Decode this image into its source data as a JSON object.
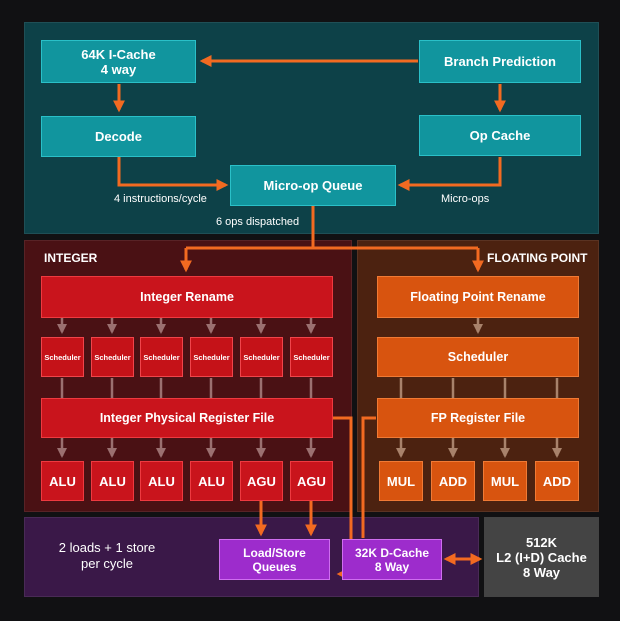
{
  "frontend": {
    "icache": "64K I-Cache\n4 way",
    "branch_prediction": "Branch Prediction",
    "decode": "Decode",
    "op_cache": "Op Cache",
    "micro_op_queue": "Micro-op Queue",
    "label_instructions": "4 instructions/cycle",
    "label_microops": "Micro-ops",
    "label_dispatched": "6 ops dispatched"
  },
  "integer": {
    "title": "INTEGER",
    "rename": "Integer Rename",
    "schedulers": [
      "Scheduler",
      "Scheduler",
      "Scheduler",
      "Scheduler",
      "Scheduler",
      "Scheduler"
    ],
    "register_file": "Integer Physical Register File",
    "units": [
      "ALU",
      "ALU",
      "ALU",
      "ALU",
      "AGU",
      "AGU"
    ]
  },
  "fp": {
    "title": "FLOATING POINT",
    "rename": "Floating Point Rename",
    "scheduler": "Scheduler",
    "register_file": "FP Register File",
    "units": [
      "MUL",
      "ADD",
      "MUL",
      "ADD"
    ]
  },
  "memory": {
    "loads_text": "2 loads + 1 store\nper cycle",
    "load_store": "Load/Store\nQueues",
    "dcache": "32K D-Cache\n8 Way",
    "l2": "512K\nL2 (I+D) Cache\n8 Way"
  },
  "colors": {
    "arrow": "#f26a21",
    "teal_box": "#11959e",
    "red_box": "#c9141c",
    "orange_box": "#d8540f",
    "purple_box": "#9d2ccc",
    "frontend_bg": "#0d4148",
    "integer_bg": "#4a1114",
    "fp_bg": "#4c2210",
    "memory_bg": "#3a1848",
    "l2_bg": "#444444"
  }
}
